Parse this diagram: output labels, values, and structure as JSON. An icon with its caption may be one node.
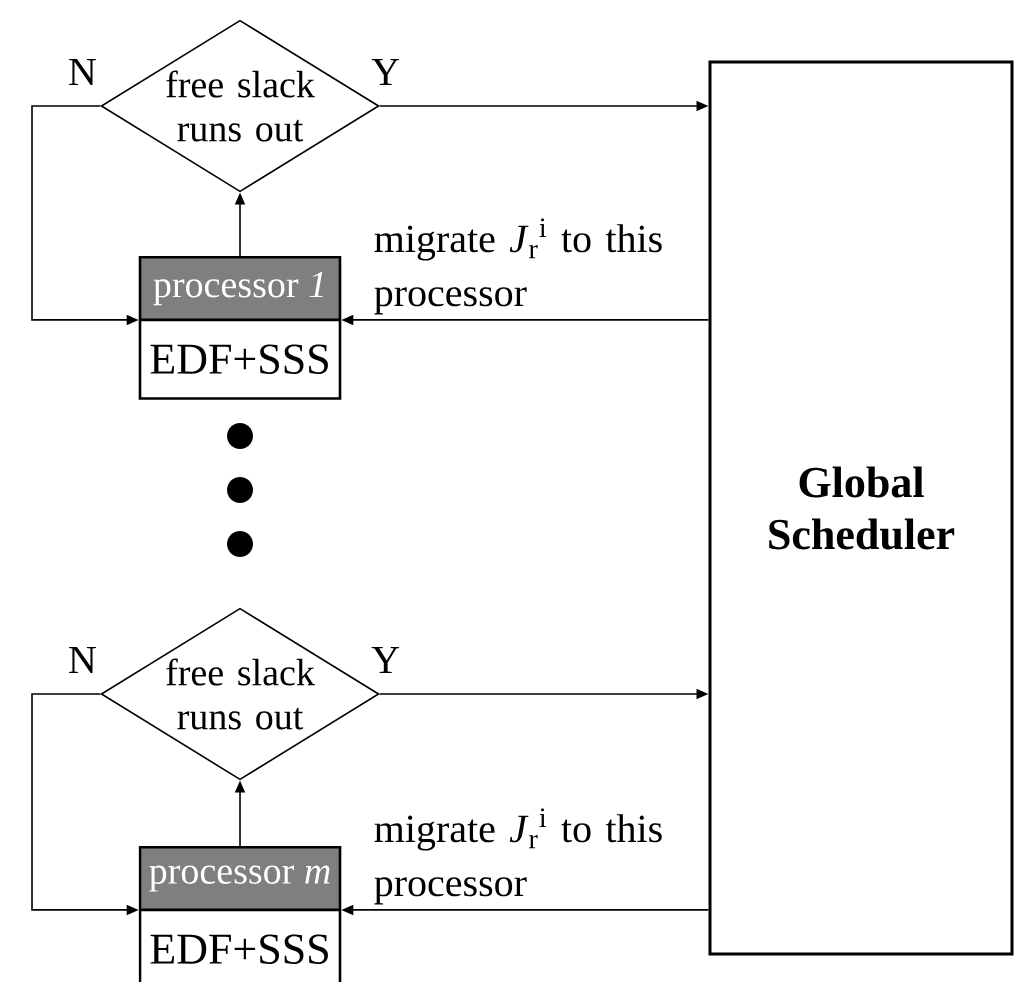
{
  "diagram": {
    "nodes": [
      {
        "text": [
          "free slack runs out"
        ]
      },
      {
        "text": [
          "processor *1*",
          "EDF+SSS"
        ]
      },
      {
        "text": [
          "free slack runs out"
        ]
      },
      {
        "text": [
          "processor *m*",
          "EDF+SSS"
        ]
      },
      {
        "text": [
          "Global Scheduler"
        ]
      }
    ],
    "edges": [
      {
        "from": 1,
        "to": 0,
        "arrow": "to"
      },
      {
        "from": 0,
        "to": 1,
        "arrow": "to",
        "label": "N"
      },
      {
        "from": 0,
        "to": 4,
        "arrow": "to",
        "label": "Y"
      },
      {
        "from": 4,
        "to": 1,
        "arrow": "to",
        "label": "migrate *J*$_{r}$$^{i}$ to this processor"
      },
      {
        "from": 3,
        "to": 2,
        "arrow": "to"
      },
      {
        "from": 2,
        "to": 3,
        "arrow": "to",
        "label": "N"
      },
      {
        "from": 2,
        "to": 4,
        "arrow": "to",
        "label": "Y"
      },
      {
        "from": 4,
        "to": 3,
        "arrow": "to",
        "label": "migrate *J*$_{r}$$^{i}$ to this processor"
      }
    ]
  }
}
